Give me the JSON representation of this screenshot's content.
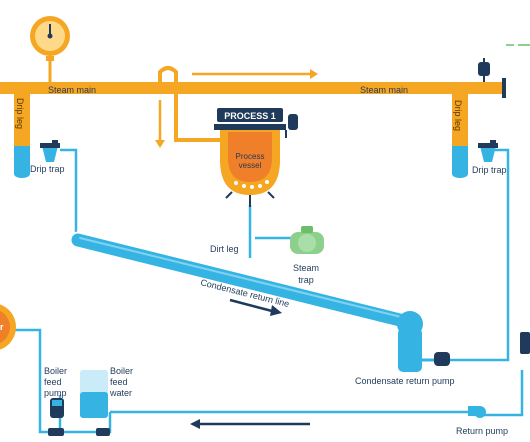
{
  "labels": {
    "steam_main_left": "Steam main",
    "steam_main_right": "Steam main",
    "drip_leg_left": "Drip leg",
    "drip_leg_right": "Drip leg",
    "drip_trap_left": "Drip trap",
    "drip_trap_right": "Drip trap",
    "process_banner": "PROCESS 1",
    "process_vessel_line1": "Process",
    "process_vessel_line2": "vessel",
    "dirt_leg": "Dirt leg",
    "steam_trap_line1": "Steam",
    "steam_trap_line2": "trap",
    "condensate_return_line": "Condensate return line",
    "condensate_return_pump": "Condensate return pump",
    "boiler_feed_pump_line1": "Boiler",
    "boiler_feed_pump_line2": "feed",
    "boiler_feed_pump_line3": "pump",
    "boiler_feed_water_line1": "Boiler",
    "boiler_feed_water_line2": "feed",
    "boiler_feed_water_line3": "water",
    "return_pump": "Return pump",
    "boiler_fragment": "r"
  },
  "colors": {
    "steam": "#f5a623",
    "condensate": "#35b4e3",
    "navy": "#1f3a5a",
    "green": "#8cd08c",
    "vessel_orange": "#f07f2a"
  }
}
